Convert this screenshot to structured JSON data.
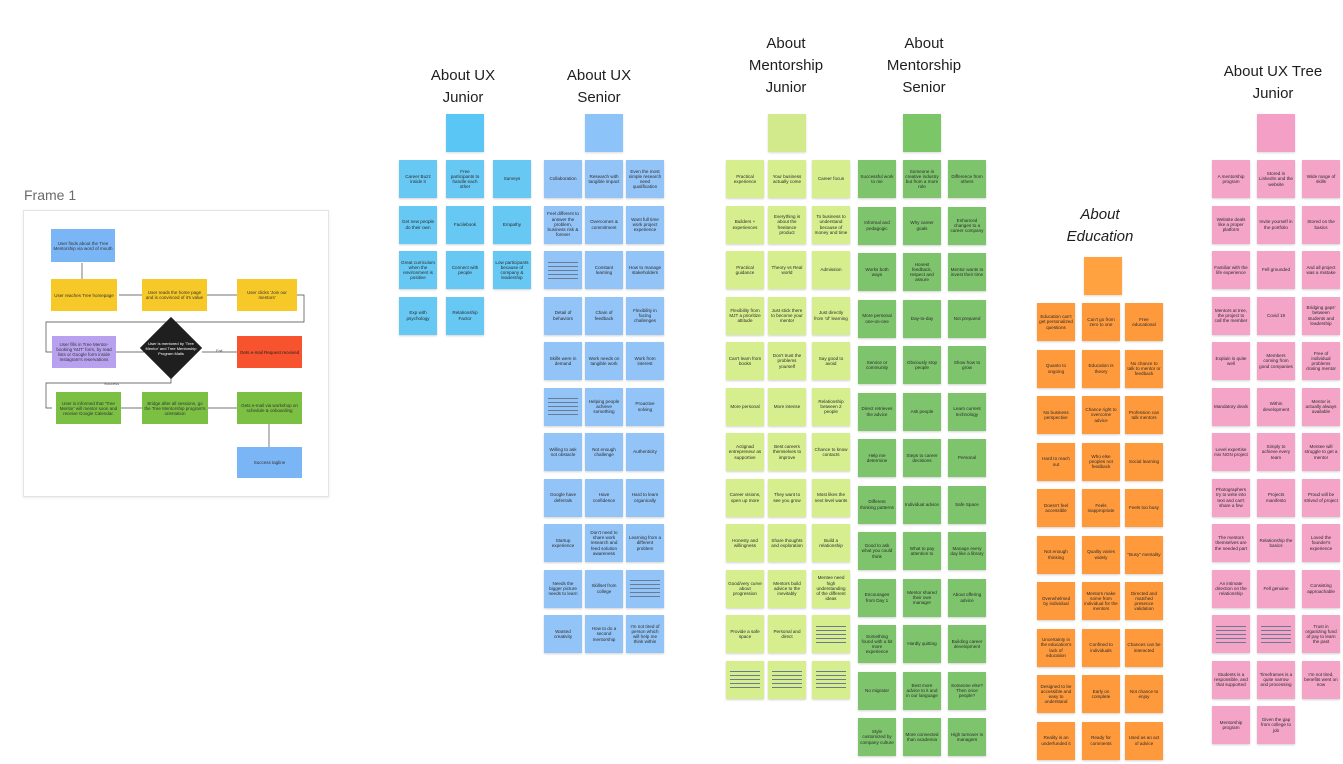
{
  "frame": {
    "label": "Frame 1",
    "nodes": [
      {
        "id": "n1",
        "text": "User finds about the Tree Mentorship via word of mouth",
        "color": "#7ab6f5"
      },
      {
        "id": "n2",
        "text": "User reaches Tree homepage",
        "color": "#f7c928"
      },
      {
        "id": "n3",
        "text": "User reads the home page and is convinced of it's value",
        "color": "#f7c928"
      },
      {
        "id": "n4",
        "text": "User clicks 'Join our mentors'",
        "color": "#f7c928"
      },
      {
        "id": "n5",
        "text": "User fills in Tree Mentor-booking 'MJT' form, by read lists or Google form inside Instagram's reservations",
        "color": "#b8a2f0"
      },
      {
        "id": "n6",
        "text": "Gets e-mail Request received",
        "color": "#f7532e"
      },
      {
        "id": "n7",
        "text": "User is informed that 'Tree Mentor' will mentor soon and receive Google Calendar.",
        "color": "#7bc043"
      },
      {
        "id": "n8",
        "text": "Bridge after all sessions, go the Tree Mentorship program's orientation",
        "color": "#7bc043"
      },
      {
        "id": "n9",
        "text": "Gets e-mail via workshop on schedule & onboarding",
        "color": "#7bc043"
      },
      {
        "id": "n10",
        "text": "Success tagline",
        "color": "#7ab6f5"
      }
    ],
    "diamond_text": "User is mentored by 'Tree Mentor' and Tree Mentorship Program Mails",
    "edge_labels": {
      "fail": "Fail",
      "success": "Success"
    }
  },
  "columns": [
    {
      "id": "ux-junior",
      "title": [
        "About UX",
        "Junior"
      ],
      "header_color": "#5ac6f6",
      "note_color": "#67c8f4",
      "notes": [
        "Career Buzz inside it",
        "Free participants to handle each other",
        "Surveys",
        "Get new people do their own",
        "Facilebook",
        "Empathy",
        "Great curriculum when the environment is positive",
        "Connect with people",
        "Low participants because of company & leadership",
        "Exp with psychology",
        "Relationship Factor"
      ]
    },
    {
      "id": "ux-senior",
      "title": [
        "About UX",
        "Senior"
      ],
      "header_color": "#8cc3f8",
      "note_color": "#93c4f7",
      "notes": [
        "Collaboration",
        "Research with tangible impact",
        "Even the most simple research need qualification",
        "Feel different to answer the problem, business risk & forever",
        "Overcomes & commitment",
        "Want full time work project experience",
        "",
        "Constant learning",
        "How to manage stakeholders",
        "Detail of behaviors",
        "Chain of feedback",
        "Flexibility in facing challenges",
        "Skills were in demand",
        "Work needs on tangible work",
        "Work from interest",
        "",
        "Helping people achieve something",
        "Proactive solving",
        "Willing to ask not obstacle",
        "Not enough challenge",
        "Authenticity",
        "Google have deferrals",
        "Have confidence",
        "Hard to learn organically",
        "Startup experience",
        "Don't need to share work research and feed solution awareness",
        "Learning from a different problem",
        "Needs the bigger picture needs to learn",
        "Skillset from college",
        "",
        "Wanted creativity",
        "How to do a second mentorship",
        "I'm not tired of person which will help me think within"
      ]
    },
    {
      "id": "mentor-junior",
      "title": [
        "About",
        "Mentorship",
        "Junior"
      ],
      "header_color": "#d3ea8c",
      "note_color": "#d7ee8e",
      "notes": [
        "Practical experience",
        "Your business actually come",
        "Career focus",
        "Builders + experiences",
        "Everything is about the freelance product",
        "To business to understand because of money and time",
        "Practical guidance",
        "Theory vs Real world",
        "Admission",
        "Flexibility from MJT a prioritize attitude",
        "Just stick there to become your mentor",
        "Just directly from 'of' learning",
        "Can't learn from books",
        "Don't trust the problems yourself",
        "Say good to avoid",
        "More personal",
        "More intense",
        "Relationship between 2 people",
        "Actignad entrepreneur as supportive",
        "Best careers themselves to improve",
        "Chance to know contacts",
        "Career visions, open up more",
        "They want to see you grow",
        "Most likes the next level wants",
        "Honesty and willingness",
        "Share thoughts and exploration",
        "Build a relationship",
        "Good/very curve about progression",
        "Mentors build advice to the inevitably",
        "Mentee need high understanding of the different ideas",
        "Provide a safe space",
        "Personal and direct",
        "",
        "",
        "",
        ""
      ]
    },
    {
      "id": "mentor-senior",
      "title": [
        "About",
        "Mentorship",
        "Senior"
      ],
      "header_color": "#7bc767",
      "note_color": "#7ec46c",
      "notes": [
        "Successful work to me",
        "Someone in creative industry but from a more role",
        "Difference from others",
        "Informal and pedagogic",
        "Why career goals",
        "Enhanced changes to a career company",
        "Works both ways",
        "Honest feedback, respect and assure",
        "Mentor wants to invest their time",
        "More personal one-on-one",
        "Day-to-day",
        "Not prepared",
        "Service or community",
        "Obviously stop people",
        "Show how to grow",
        "Direct retrieves the advice",
        "Ask people",
        "Learn current technology",
        "Help me determine",
        "Steps to career decisions",
        "Personal",
        "Different thinking patterns",
        "Individual advice",
        "Safe Space",
        "Good to ask what you could think",
        "What to pay attention to",
        "Manage every day like a library",
        "Encourages from Day 1",
        "Mentor shared their own manager",
        "About offering advice",
        "Something found with a bit more experience",
        "Hardly quitting",
        "Building career development",
        "No migrator",
        "Best more advice to it and in our language",
        "Someone else? Then once people?",
        "Style customized by company culture",
        "More connected than academia",
        "High turnover in managers"
      ]
    },
    {
      "id": "education",
      "title": [
        "About",
        "Education"
      ],
      "header_color": "#ffa23f",
      "note_color": "#ff9a3c",
      "notes": [
        "Education can't get personalized questions",
        "Can't go from zero to one",
        "Free educational",
        "Quanto to ongoing",
        "Education is theory",
        "No chance to talk to mentor or feedback",
        "No business perspective",
        "Chance right to overcome advice",
        "Profession can talk mentors",
        "Hard to reach out",
        "Who else peoples not feedback",
        "Social learning",
        "Doesn't feel accessible",
        "Feels inappropriate",
        "Feels too busy",
        "Not enough thinking",
        "Quality varies widely",
        "\"Busy\" mentality",
        "Overwhelmed by individual",
        "Mentors make some from individual for the mentors",
        "Directed and matched presence validation",
        "Uncertainty in the education's lack of education",
        "Confined to individuals",
        "Chances can be interacted",
        "Designed to be accessible and easy to understand",
        "Early on complete",
        "Not chance to enjoy",
        "Reality is an underfunded it",
        "Ready for comments",
        "Used as an act of advice"
      ]
    },
    {
      "id": "tree-junior",
      "title": [
        "About UX Tree",
        "Junior"
      ],
      "header_color": "#f49fc5",
      "note_color": "#f3a4c7",
      "notes": [
        "A mentorship program",
        "Stored in LinkedIn and the website",
        "Wide range of skills",
        "Website deals like a proper platform",
        "Invite yourself in the portfolio",
        "Stored on the basics",
        "Familiar with the life experience",
        "Fell grounded",
        "And all project was a mistake",
        "Mentors at tree, the project to call the member",
        "Covid 19",
        "Bridging gaps' between students and leadership",
        "Explain is quite well",
        "Members coming from good companies",
        "Free of individual problems closing mentor",
        "Mandatory deals",
        "Within development",
        "Mentor is actually always available",
        "Level expertise mix NGN project",
        "Simply to achieve every team",
        "Mentee will struggle to get a mentor",
        "Photographers try to write into text and can't share a few",
        "Projects manifesto",
        "Proud will be strived of project",
        "The mentors themselves are the needed part",
        "Relationship the basics",
        "Loved the founder's experience",
        "An intimate direction on the relationship",
        "Fell genuine",
        "Consisting approachable",
        "",
        "",
        "Trust in organizing fund of pay to learn the past",
        "Students is a responsible, and that supported",
        "Timeframes is a quite narrow and processing",
        "I'm not tired, benefits went on now",
        "Mentorship program",
        "Given the gap from college to job"
      ]
    }
  ]
}
